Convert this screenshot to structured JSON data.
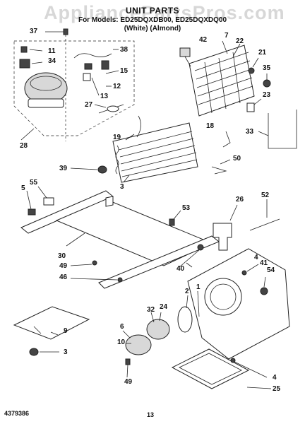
{
  "watermark": "AppliancePartsPros.com",
  "header": {
    "title": "UNIT PARTS",
    "models": "For Models: ED25DQXDB00, ED25DQXDQ00",
    "colors": "(White) (Almond)"
  },
  "callouts": {
    "c37": "37",
    "c11": "11",
    "c34": "34",
    "c38": "38",
    "c15": "15",
    "c12": "12",
    "c13": "13",
    "c27": "27",
    "c28": "28",
    "c42": "42",
    "c7": "7",
    "c22": "22",
    "c21": "21",
    "c35": "35",
    "c23": "23",
    "c18": "18",
    "c33": "33",
    "c19": "19",
    "c50": "50",
    "c39": "39",
    "c3a": "3",
    "c55": "55",
    "c5": "5",
    "c26": "26",
    "c52": "52",
    "c53": "53",
    "c30": "30",
    "c49a": "49",
    "c46": "46",
    "c40": "40",
    "c4a": "4",
    "c41": "41",
    "c54": "54",
    "c2": "2",
    "c1": "1",
    "c32": "32",
    "c24": "24",
    "c6": "6",
    "c10": "10",
    "c9": "9",
    "c3b": "3",
    "c49b": "49",
    "c4b": "4",
    "c25": "25"
  },
  "footer": {
    "doc_number": "4379386",
    "page_number": "13"
  }
}
